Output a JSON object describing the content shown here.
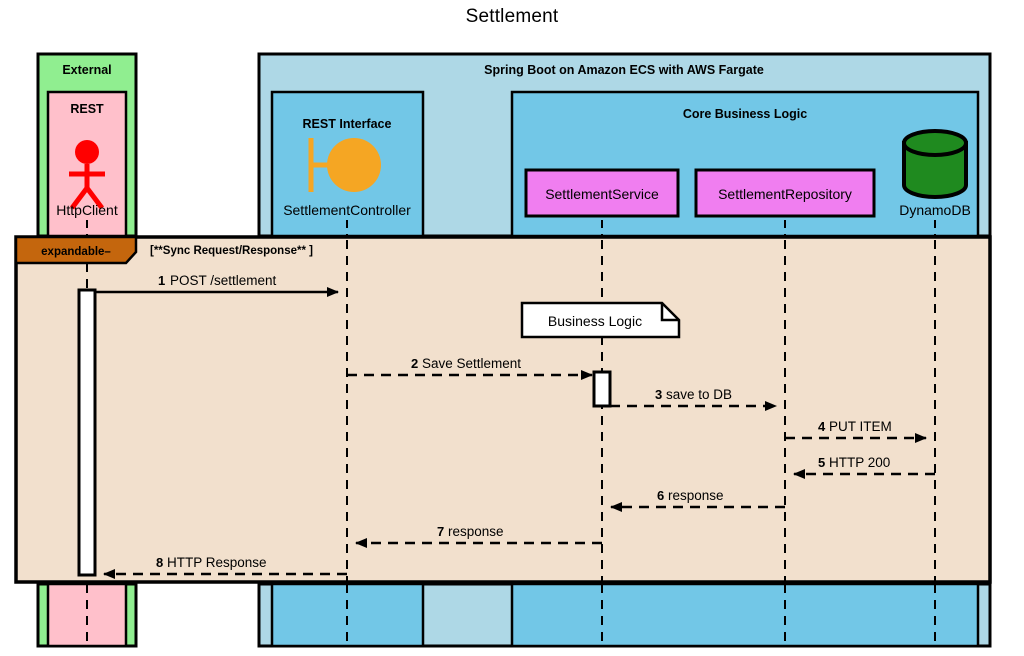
{
  "title": "Settlement",
  "colors": {
    "external_group": "#90ee90",
    "rest_group": "#ffc0cb",
    "spring_group": "#aed8e6",
    "rest_interface_group": "#72c7e7",
    "core_logic_group": "#72c7e7",
    "participant_box": "#f07ef0",
    "actor": "#ff0000",
    "boundary": "#f5a623",
    "database": "#1f8a1f",
    "fragment_header": "#c4660d",
    "fragment_body": "#f2e0cd",
    "note": "#ffffff",
    "line": "#000000"
  },
  "groups": [
    {
      "id": "external",
      "label": "External"
    },
    {
      "id": "rest",
      "label": "REST"
    },
    {
      "id": "spring",
      "label": "Spring Boot on Amazon ECS with AWS Fargate"
    },
    {
      "id": "rest-interface",
      "label": "REST Interface"
    },
    {
      "id": "core-business-logic",
      "label": "Core Business Logic"
    }
  ],
  "participants": [
    {
      "id": "httpclient",
      "label": "HttpClient",
      "kind": "actor"
    },
    {
      "id": "settlementcontroller",
      "label": "SettlementController",
      "kind": "boundary"
    },
    {
      "id": "settlementservice",
      "label": "SettlementService",
      "kind": "participant"
    },
    {
      "id": "settlementrepository",
      "label": "SettlementRepository",
      "kind": "participant"
    },
    {
      "id": "dynamodb",
      "label": "DynamoDB",
      "kind": "database"
    }
  ],
  "fragment": {
    "operator": "expandable–",
    "guard": "[**Sync Request/Response** ]"
  },
  "note": {
    "text": "Business Logic"
  },
  "messages": [
    {
      "num": "1",
      "text": "POST /settlement",
      "from": "httpclient",
      "to": "settlementcontroller",
      "style": "solid",
      "dir": "right"
    },
    {
      "num": "2",
      "text": "Save Settlement",
      "from": "settlementcontroller",
      "to": "settlementservice",
      "style": "dashed",
      "dir": "right"
    },
    {
      "num": "3",
      "text": "save to DB",
      "from": "settlementservice",
      "to": "settlementrepository",
      "style": "dashed",
      "dir": "right"
    },
    {
      "num": "4",
      "text": "PUT ITEM",
      "from": "settlementrepository",
      "to": "dynamodb",
      "style": "dashed",
      "dir": "right"
    },
    {
      "num": "5",
      "text": "HTTP 200",
      "from": "dynamodb",
      "to": "settlementrepository",
      "style": "dashed",
      "dir": "left"
    },
    {
      "num": "6",
      "text": "response",
      "from": "settlementrepository",
      "to": "settlementservice",
      "style": "dashed",
      "dir": "left"
    },
    {
      "num": "7",
      "text": "response",
      "from": "settlementservice",
      "to": "settlementcontroller",
      "style": "dashed",
      "dir": "left"
    },
    {
      "num": "8",
      "text": "HTTP Response",
      "from": "settlementcontroller",
      "to": "httpclient",
      "style": "dashed",
      "dir": "left"
    }
  ]
}
